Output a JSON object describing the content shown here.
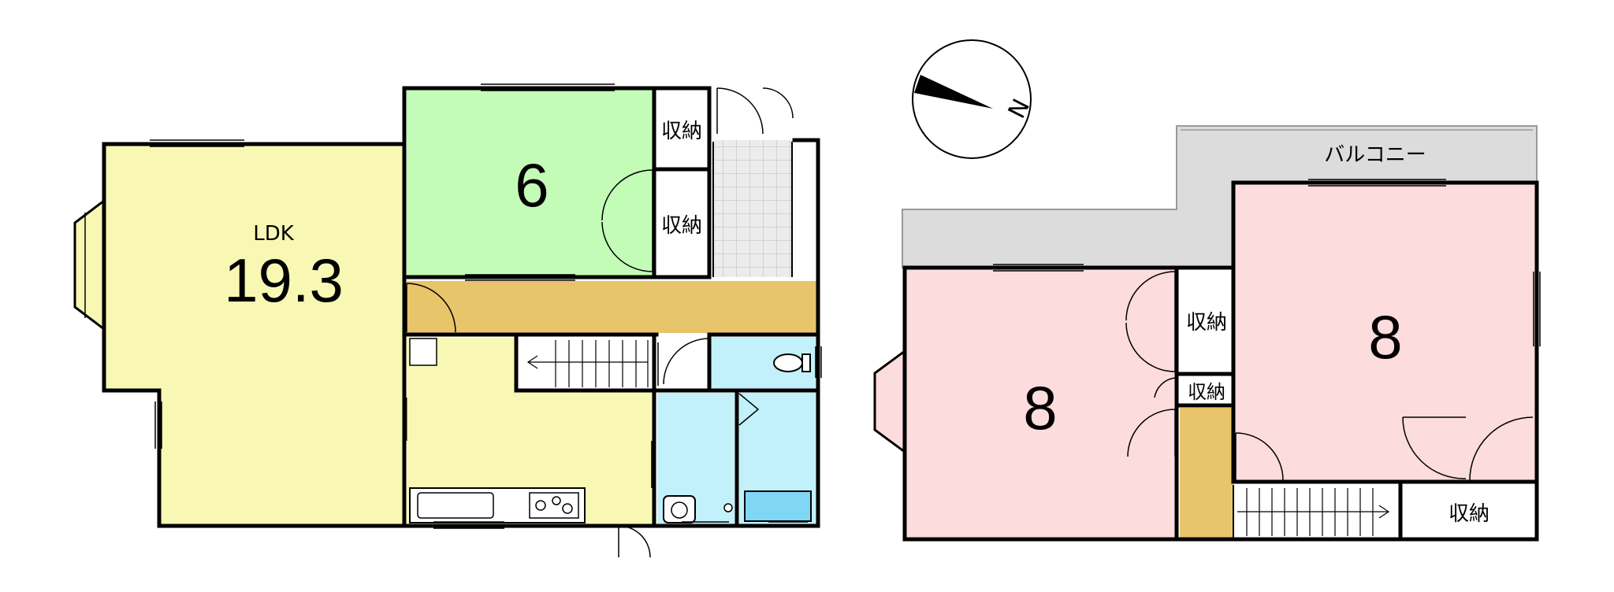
{
  "compass": {
    "north_label": "N"
  },
  "floor1": {
    "ldk": {
      "label": "LDK",
      "size": "19.3"
    },
    "washitsu": {
      "size": "6"
    },
    "storage_top": "収納",
    "storage_mid": "収納"
  },
  "floor2": {
    "balcony": "バルコニー",
    "room_left": {
      "size": "8"
    },
    "room_right": {
      "size": "8"
    },
    "storage_a": "収納",
    "storage_b": "収納",
    "storage_c": "収納"
  },
  "colors": {
    "ldk": "#f8f8b4",
    "washitsu": "#c2fcb7",
    "corridor": "#e8c46a",
    "wet_area": "#c2f1fb",
    "bedroom": "#fcdcdc",
    "balcony": "#dcdcdc"
  }
}
